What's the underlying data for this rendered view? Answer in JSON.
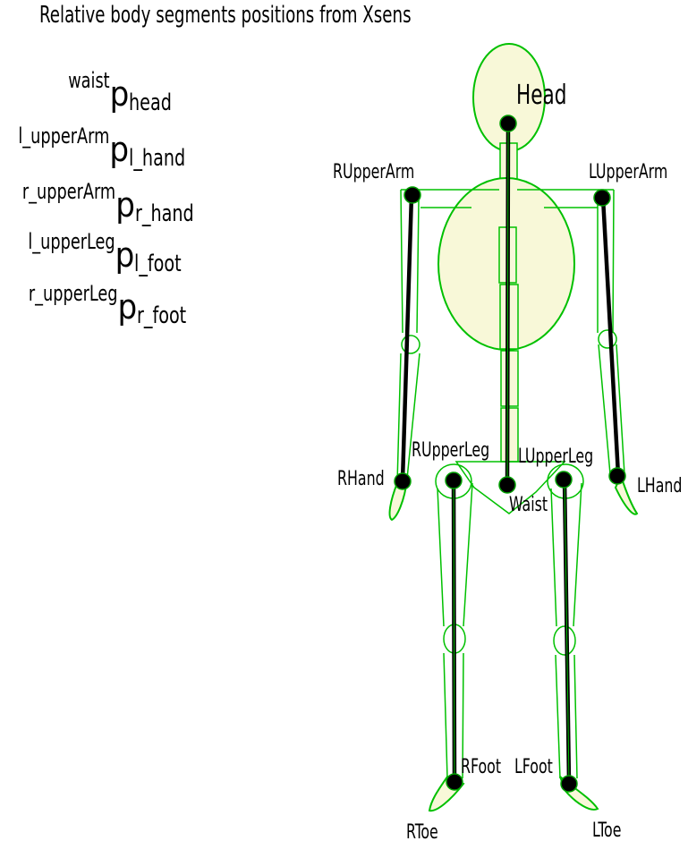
{
  "title": "Relative body segments positions from Xsens",
  "equations": [
    {
      "sup": "waist",
      "base": "p",
      "sub": "head"
    },
    {
      "sup": "l_upperArm",
      "base": "p",
      "sub": "l_hand"
    },
    {
      "sup": "r_upperArm",
      "base": "p",
      "sub": "r_hand"
    },
    {
      "sup": "l_upperLeg",
      "base": "p",
      "sub": "l_foot"
    },
    {
      "sup": "r_upperLeg",
      "base": "p",
      "sub": "r_foot"
    }
  ],
  "labels": {
    "head": "Head",
    "r_upper_arm": "RUpperArm",
    "l_upper_arm": "LUpperArm",
    "r_hand": "RHand",
    "l_hand": "LHand",
    "r_upper_leg": "RUpperLeg",
    "l_upper_leg": "LUpperLeg",
    "waist": "Waist",
    "r_foot": "RFoot",
    "l_foot": "LFoot",
    "r_toe": "RToe",
    "l_toe": "LToe"
  },
  "colors": {
    "outline": "#00c000",
    "fill": "#f8f8d8",
    "bone": "#000000",
    "joint": "#000000"
  }
}
